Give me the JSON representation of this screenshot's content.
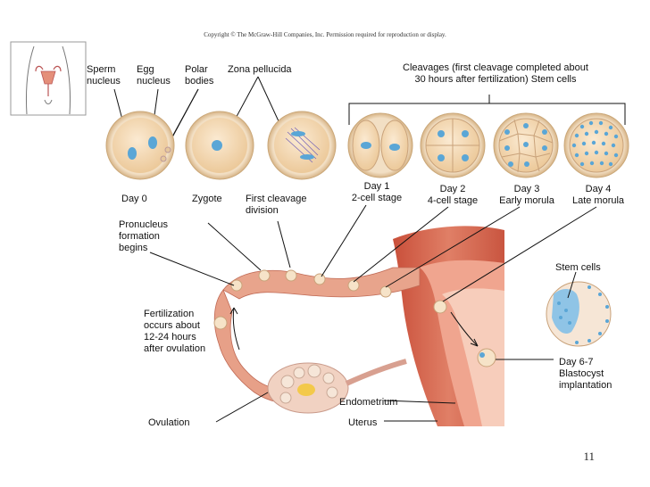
{
  "copyright": "Copyright © The McGraw-Hill Companies, Inc. Permission required for reproduction or display.",
  "page_number": "11",
  "labels": {
    "sperm_nucleus": "Sperm\nnucleus",
    "egg_nucleus": "Egg\nnucleus",
    "polar_bodies": "Polar\nbodies",
    "zona_pellucida": "Zona pellucida",
    "cleavages": "Cleavages (first cleavage completed about\n30 hours after fertilization) Stem cells",
    "day0": "Day 0",
    "zygote": "Zygote",
    "first_cleavage": "First cleavage\ndivision",
    "day1": "Day 1\n2-cell stage",
    "day2": "Day 2\n4-cell stage",
    "day3": "Day 3\nEarly morula",
    "day4": "Day 4\nLate morula",
    "pronucleus": "Pronucleus\nformation\nbegins",
    "stem_cells": "Stem cells",
    "fertilization": "Fertilization\noccurs about\n12-24 hours\nafter ovulation",
    "day67": "Day 6-7\nBlastocyst\nimplantation",
    "endometrium": "Endometrium",
    "uterus": "Uterus",
    "ovulation": "Ovulation"
  },
  "colors": {
    "uterus_wall": "#d9725a",
    "tube": "#e8a48c",
    "cell": "#f3d9b6",
    "nucleus": "#5aa6d6",
    "zona": "#e2c39a"
  }
}
